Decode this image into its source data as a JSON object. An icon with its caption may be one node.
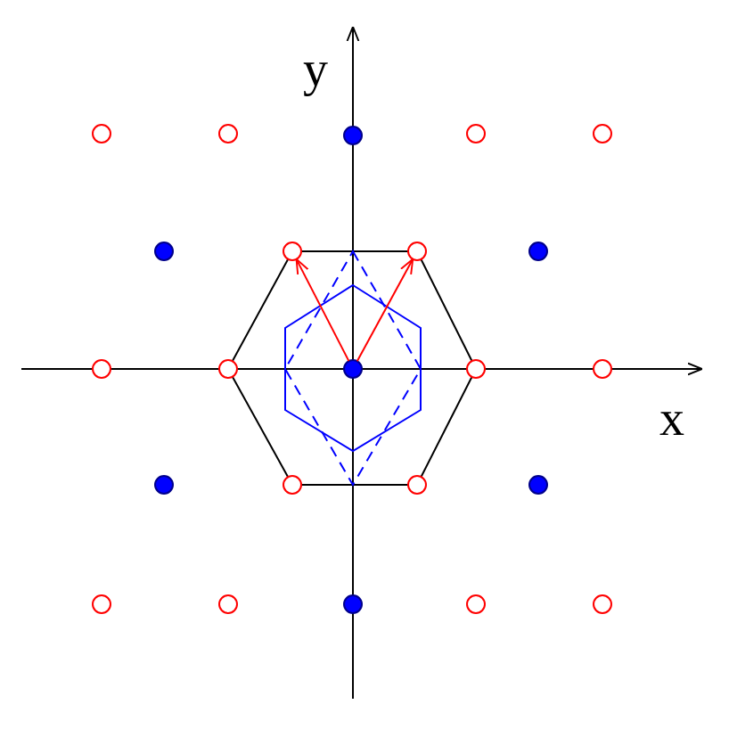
{
  "diagram": {
    "nodes": [
      {
        "text": [],
        "shape": "circle"
      },
      {
        "text": [],
        "shape": "circle"
      },
      {
        "text": [],
        "shape": "circle"
      },
      {
        "text": [],
        "shape": "circle"
      },
      {
        "text": [],
        "shape": "circle"
      },
      {
        "text": [],
        "shape": "circle"
      },
      {
        "text": [],
        "shape": "circle"
      },
      {
        "text": [],
        "shape": "circle"
      },
      {
        "text": [],
        "shape": "circle"
      },
      {
        "text": [],
        "shape": "circle"
      },
      {
        "text": [],
        "shape": "circle"
      },
      {
        "text": [],
        "shape": "circle"
      },
      {
        "text": [],
        "shape": "circle"
      },
      {
        "text": [],
        "shape": "circle"
      },
      {
        "text": [],
        "shape": "circle"
      },
      {
        "text": [],
        "shape": "circle"
      },
      {
        "text": [],
        "shape": "circle"
      },
      {
        "text": [],
        "shape": "circle"
      },
      {
        "text": [],
        "shape": "circle"
      },
      {
        "text": [],
        "shape": "circle"
      },
      {
        "text": [],
        "shape": "circle"
      },
      {
        "text": [],
        "shape": "circle"
      },
      {
        "text": [],
        "shape": "circle"
      }
    ],
    "edges": [
      {
        "from": 11,
        "to": 6,
        "arrow": "to"
      },
      {
        "from": 11,
        "to": 7,
        "arrow": "to"
      }
    ],
    "labels": [
      "y",
      "x"
    ]
  }
}
